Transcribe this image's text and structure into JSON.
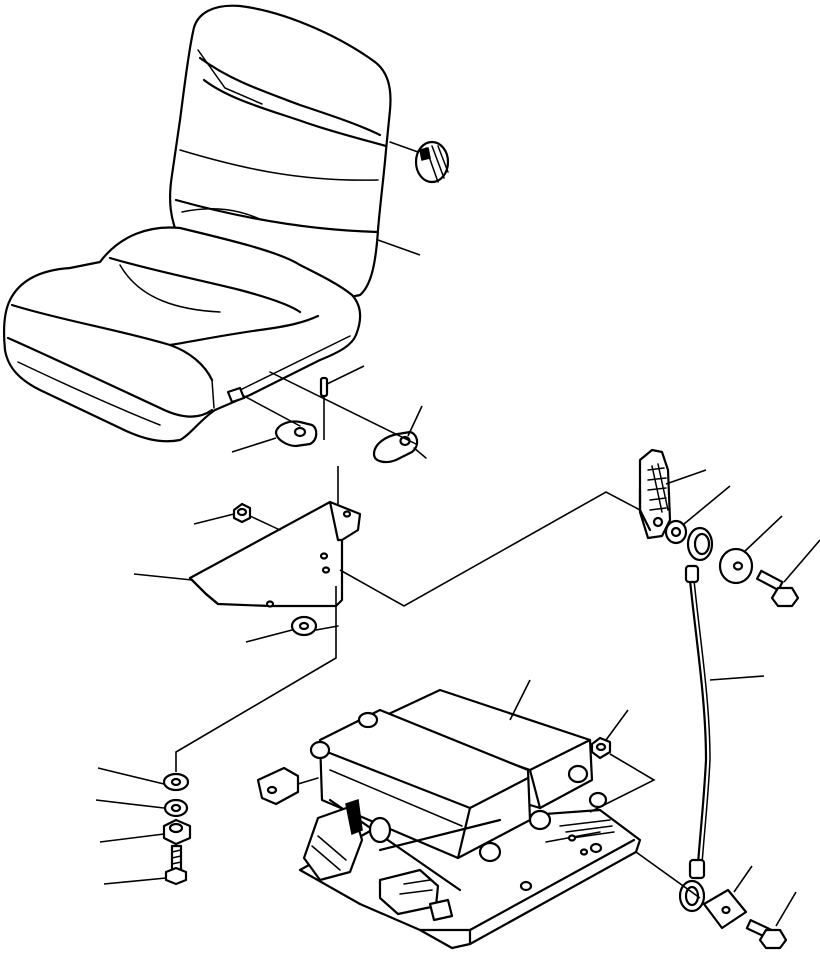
{
  "diagram": {
    "kind": "exploded parts view (operator seat assembly)",
    "line_color": "#000000",
    "background": "#ffffff",
    "parts": [
      "seat-cushion",
      "seat-backrest",
      "recline-knob",
      "seat-hook-left",
      "seat-hook-right",
      "pin",
      "mounting-bracket",
      "nut-upper",
      "washer-bracket",
      "suspension-unit",
      "nut-suspension",
      "lever-plate",
      "collar",
      "spring-washer",
      "plain-washer",
      "bolt-upper-right",
      "wire-cable",
      "plate-lower",
      "bolt-lower-right",
      "washer-stack-1",
      "washer-stack-2",
      "washer-stack-3",
      "bolt-lower-left"
    ]
  }
}
